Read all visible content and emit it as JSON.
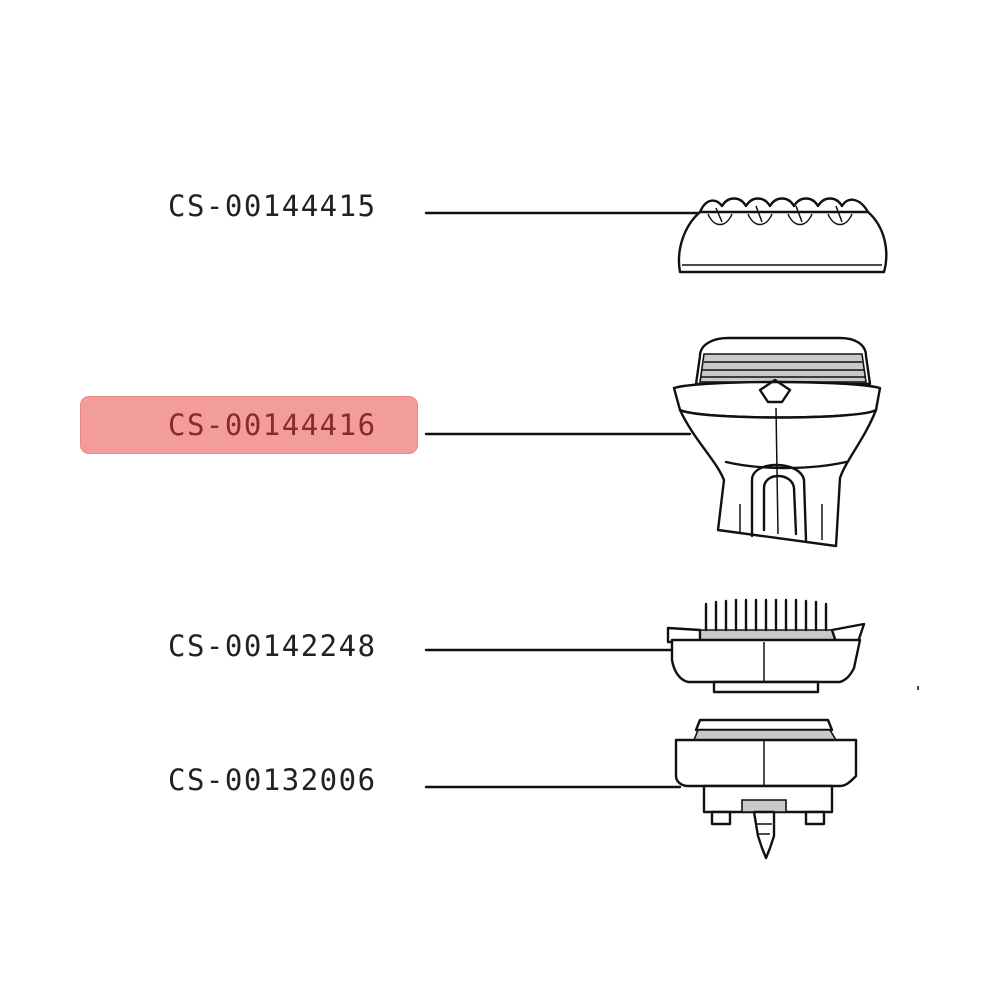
{
  "parts": [
    {
      "id": "cap",
      "label": "CS-00144415",
      "highlighted": false,
      "icon": "serrated-cap-icon"
    },
    {
      "id": "head",
      "label": "CS-00144416",
      "highlighted": true,
      "icon": "brush-head-icon"
    },
    {
      "id": "comb",
      "label": "CS-00142248",
      "highlighted": false,
      "icon": "comb-ring-icon"
    },
    {
      "id": "base",
      "label": "CS-00132006",
      "highlighted": false,
      "icon": "base-connector-icon"
    }
  ],
  "colors": {
    "highlight": "#f28b8b",
    "line": "#111111",
    "text": "#222222"
  }
}
